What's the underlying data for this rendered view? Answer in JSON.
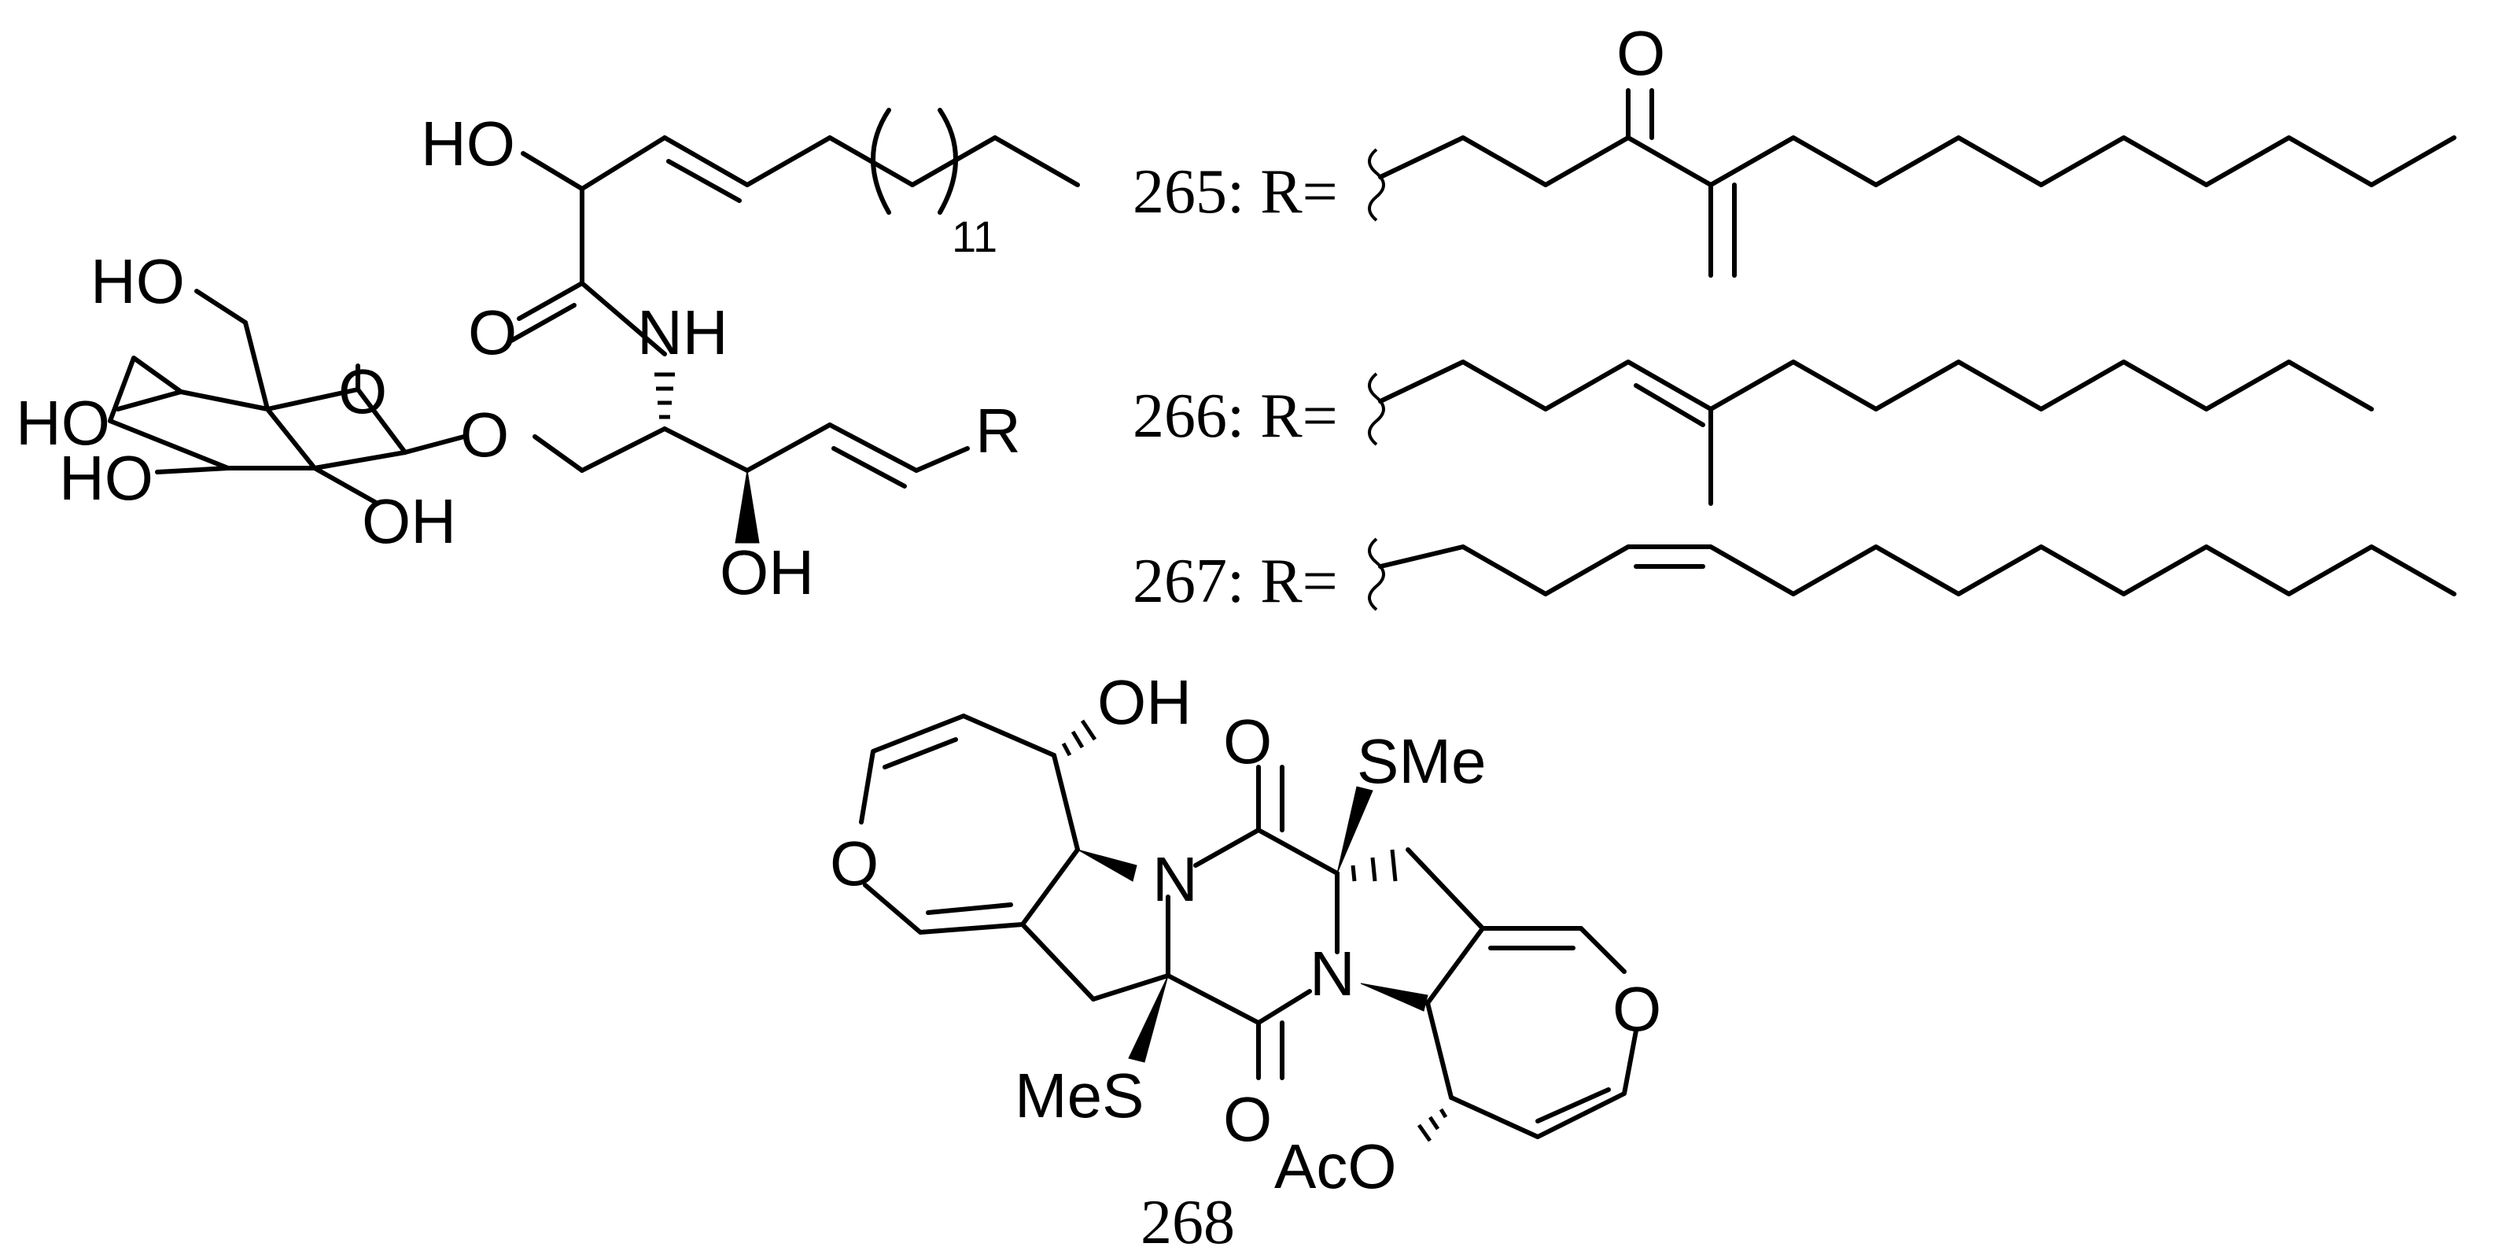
{
  "figure": {
    "paren_subscript": "11",
    "atoms": {
      "ho": "HO",
      "oh": "OH",
      "o": "O",
      "nh": "NH",
      "n": "N",
      "r": "R",
      "sme": "SMe",
      "mes": "MeS",
      "aco": "AcO"
    },
    "substituents": [
      {
        "compound": "265",
        "label": "265: R="
      },
      {
        "compound": "266",
        "label": "266: R="
      },
      {
        "compound": "267",
        "label": "267: R="
      }
    ],
    "compound_268": "268"
  }
}
